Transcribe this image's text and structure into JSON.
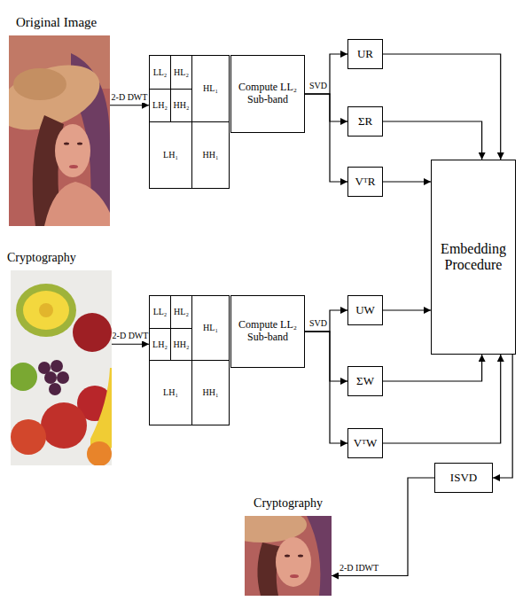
{
  "diagram": {
    "nodes": [
      {
        "text": [
          "Original Image"
        ]
      },
      {
        "text": [
          "LL₂"
        ]
      },
      {
        "text": [
          "HL₂"
        ]
      },
      {
        "text": [
          "LH₂"
        ]
      },
      {
        "text": [
          "HH₂"
        ]
      },
      {
        "text": [
          "HL₁"
        ]
      },
      {
        "text": [
          "LH₁"
        ]
      },
      {
        "text": [
          "HH₁"
        ]
      },
      {
        "text": [
          "Compute LL₂ Sub-band"
        ]
      },
      {
        "text": [
          "UR"
        ]
      },
      {
        "text": [
          "ΣR"
        ]
      },
      {
        "text": [
          "VᵀR"
        ]
      },
      {
        "text": [
          "Embedding Procedure"
        ]
      },
      {
        "text": [
          "Cryptography"
        ]
      },
      {
        "text": [
          "LL₂"
        ]
      },
      {
        "text": [
          "HL₂"
        ]
      },
      {
        "text": [
          "LH₂"
        ]
      },
      {
        "text": [
          "HH₂"
        ]
      },
      {
        "text": [
          "HL₁"
        ]
      },
      {
        "text": [
          "LH₁"
        ]
      },
      {
        "text": [
          "HH₁"
        ]
      },
      {
        "text": [
          "Compute LL₂ Sub-band"
        ]
      },
      {
        "text": [
          "UW"
        ]
      },
      {
        "text": [
          "ΣW"
        ]
      },
      {
        "text": [
          "VᵀW"
        ]
      },
      {
        "text": [
          "ISVD"
        ]
      },
      {
        "text": [
          "Cryptography"
        ]
      }
    ],
    "edges": [
      {
        "from": 0,
        "to": 3,
        "label": "2-D DWT",
        "arrow": "to"
      },
      {
        "from": 8,
        "to": 9,
        "arrow": "to"
      },
      {
        "from": 8,
        "to": 10,
        "label": "SVD",
        "arrow": "to"
      },
      {
        "from": 8,
        "to": 11,
        "arrow": "to"
      },
      {
        "from": 9,
        "to": 12,
        "arrow": "to"
      },
      {
        "from": 10,
        "to": 12,
        "arrow": "to"
      },
      {
        "from": 11,
        "to": 12,
        "arrow": "to"
      },
      {
        "from": 13,
        "to": 16,
        "label": "2-D DWT",
        "arrow": "to"
      },
      {
        "from": 21,
        "to": 22,
        "arrow": "to"
      },
      {
        "from": 21,
        "to": 23,
        "label": "SVD",
        "arrow": "to"
      },
      {
        "from": 21,
        "to": 24,
        "arrow": "to"
      },
      {
        "from": 22,
        "to": 12,
        "arrow": "to"
      },
      {
        "from": 23,
        "to": 12,
        "arrow": "to"
      },
      {
        "from": 24,
        "to": 12,
        "arrow": "to"
      },
      {
        "from": 12,
        "to": 25,
        "arrow": "to"
      },
      {
        "from": 25,
        "to": 26,
        "label": "2-D IDWT",
        "arrow": "to"
      }
    ]
  }
}
